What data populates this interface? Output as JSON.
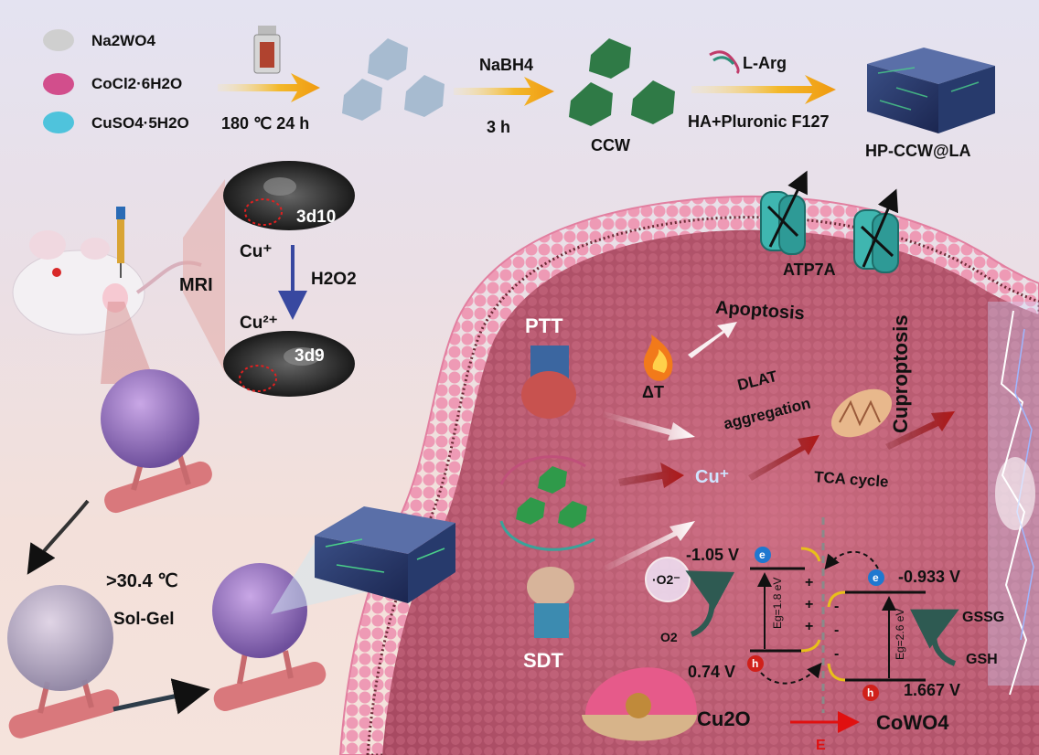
{
  "reagents": [
    "Na2WO4",
    "CoCl2·6H2O",
    "CuSO4·5H2O"
  ],
  "colors": {
    "na2wo4": "#c9c9c9",
    "cocl2": "#d4508a",
    "cuso4": "#4fc0d8",
    "hexagon_precursor": "#a6b9cf",
    "hexagon_ccw": "#2f7d4a",
    "cell_membrane": "#e27fa0",
    "cytoplasm": "#b95970",
    "arrow_gold": "#f0b020",
    "arrow_red": "#a01818",
    "electron": "#1f78d0",
    "hole": "#d0201a"
  },
  "synthesis": {
    "step1_condition": "180 ℃ 24 h",
    "step2_reagent": "NaBH4",
    "step2_time": "3 h",
    "product1": "CCW",
    "step3_reagent": "L-Arg",
    "step3_condition": "HA+Pluronic F127",
    "product2": "HP-CCW@LA"
  },
  "mri": {
    "label": "MRI",
    "top_state": "3d10",
    "bottom_state": "3d9",
    "cu_plus": "Cu⁺",
    "cu_2plus": "Cu²⁺",
    "oxidant": "H2O2"
  },
  "gel": {
    "temperature": ">30.4 ℃",
    "label": "Sol-Gel"
  },
  "cell": {
    "transporter": "ATP7A",
    "ptt": "PTT",
    "sdt": "SDT",
    "heat": "ΔT",
    "apoptosis": "Apoptosis",
    "dlat_line1": "DLAT",
    "dlat_line2": "aggregation",
    "cu_ion": "Cu⁺",
    "tca": "TCA cycle",
    "cuproptosis": "Cuproptosis"
  },
  "band": {
    "cb_left": "-1.05 V",
    "vb_left": "0.74 V",
    "cb_right": "-0.933 V",
    "vb_right": "1.667 V",
    "eg_left": "Eg=1.8 eV",
    "eg_right": "Eg=2.6 eV",
    "electron": "e",
    "hole": "h",
    "superoxide": "·O2⁻",
    "oxygen": "O2",
    "gssg": "GSSG",
    "gsh": "GSH",
    "left_material": "Cu2O",
    "right_material": "CoWO4",
    "field": "E",
    "plus": "+",
    "minus": "-"
  }
}
